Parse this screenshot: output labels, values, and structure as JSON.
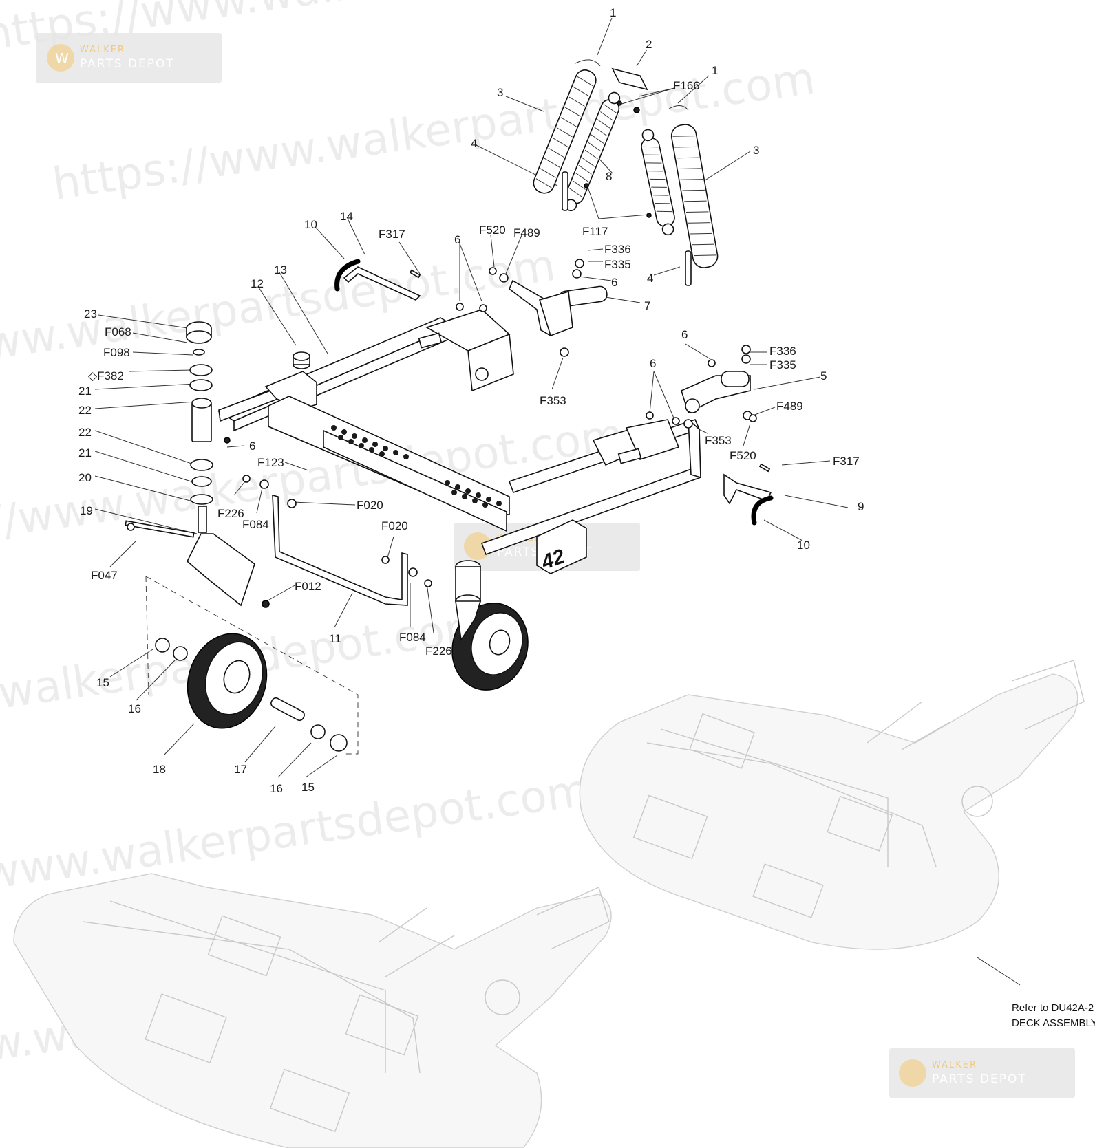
{
  "watermark": {
    "text": "https://www.walkerpartsdepot.com",
    "logo_line1": "WALKER",
    "logo_line2": "PARTS DEPOT"
  },
  "deck_decal": "42",
  "reference_note": {
    "line1": "Refer to DU42A-2",
    "line2": "DECK ASSEMBLY"
  },
  "callouts": [
    "1",
    "2",
    "1",
    "F166",
    "3",
    "3",
    "4",
    "8",
    "4",
    "F117",
    "F336",
    "F335",
    "6",
    "7",
    "10",
    "14",
    "F317",
    "6",
    "F520",
    "F489",
    "13",
    "12",
    "23",
    "F068",
    "F098",
    "◇F382",
    "21",
    "22",
    "6",
    "22",
    "21",
    "20",
    "F123",
    "F226",
    "F084",
    "F020",
    "19",
    "F047",
    "F012",
    "11",
    "F020",
    "F084",
    "F226",
    "6",
    "F336",
    "F335",
    "5",
    "6",
    "F353",
    "F489",
    "F520",
    "F353",
    "F317",
    "9",
    "10",
    "15",
    "16",
    "18",
    "17",
    "16",
    "15"
  ]
}
